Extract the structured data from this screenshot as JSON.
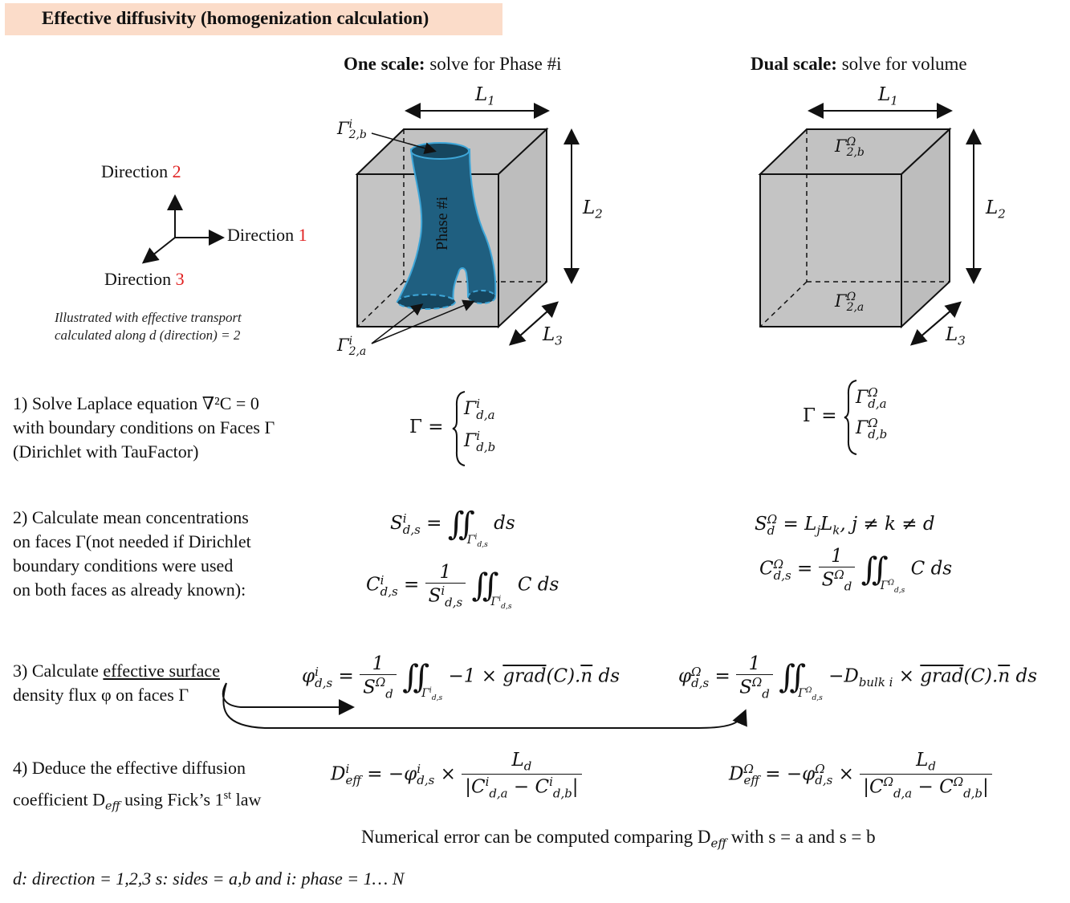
{
  "title": "Effective diffusivity (homogenization calculation)",
  "one_scale": {
    "bold": "One scale:",
    "rest": " solve for Phase #i"
  },
  "dual_scale": {
    "bold": "Dual scale:",
    "rest": " solve for volume"
  },
  "directions": {
    "d2_word": "Direction ",
    "d2_num": "2",
    "d1_word": "Direction ",
    "d1_num": "1",
    "d3_word": "Direction ",
    "d3_num": "3"
  },
  "illustration_note": [
    "Illustrated with effective transport",
    "calculated along d (direction) = 2"
  ],
  "cube_labels": {
    "L1": "L",
    "L1_sub": "1",
    "L2": "L",
    "L2_sub": "2",
    "L3": "L",
    "L3_sub": "3",
    "phase": "Phase #i",
    "gamma": "Γ",
    "i": "i",
    "omega": "Ω",
    "sub_2b": "2,b",
    "sub_2a": "2,a"
  },
  "step1": {
    "lines": [
      "1) Solve Laplace equation ∇²C = 0",
      "with boundary conditions on Faces Γ",
      "(Dirichlet with TauFactor)"
    ],
    "eq_left": "Γ =",
    "left_terms": [
      "Γ",
      "i",
      "d,a",
      "Γ",
      "i",
      "d,b"
    ],
    "eq_right": "Γ =",
    "right_terms": [
      "Γ",
      "Ω",
      "d,a",
      "Γ",
      "Ω",
      "d,b"
    ]
  },
  "step2": {
    "lines": [
      "2) Calculate mean concentrations",
      "on faces Γ(not needed if Dirichlet",
      "boundary conditions were used",
      "on both faces as already known):"
    ],
    "S_left": "S",
    "S_right_rhs": "= L",
    "jk": "L",
    "jk_tail": ", j ≠ k ≠ d",
    "ds": "ds",
    "Cds": "C ds",
    "one": "1",
    "eq": "="
  },
  "step3": {
    "prefix": "3) Calculate ",
    "underlined": "effective surface",
    "line2": "density flux φ on faces Γ",
    "left_rhs": "−1 × ",
    "grad": "grad",
    "tail": "(C).",
    "n": "n",
    "ds": " ds",
    "right_rhs": "−D",
    "bulk": "bulk i",
    "times": " × "
  },
  "step4": {
    "lines": [
      "4) Deduce the effective diffusion",
      "coefficient D"
    ],
    "eff": "eff",
    "law_mid": " using Fick’s 1",
    "st": "st",
    "law_end": " law",
    "D": "D",
    "phi": "φ",
    "Ld": "L",
    "d": "d",
    "eq": "= −",
    "x": "×",
    "minus": "−"
  },
  "numerical_error": {
    "a": "Numerical error can be computed comparing D",
    "eff": "eff",
    "b": " with s = a and s = b"
  },
  "footer": "d: direction = 1,2,3 s: sides = a,b and i: phase = 1… N"
}
